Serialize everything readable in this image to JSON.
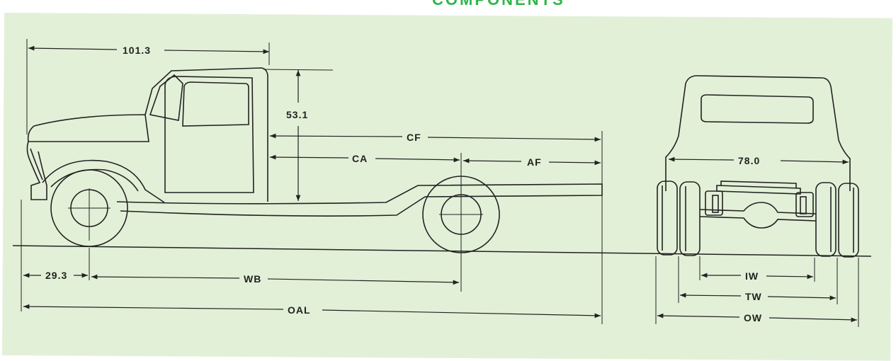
{
  "header": {
    "title": "COMPONENTS"
  },
  "dimensions": {
    "cab_length": "101.3",
    "cab_height": "53.1",
    "cf": "CF",
    "ca": "CA",
    "af": "AF",
    "front_overhang": "29.3",
    "wb": "WB",
    "oal": "OAL",
    "rear_width": "78.0",
    "iw": "IW",
    "tw": "TW",
    "ow": "OW"
  },
  "colors": {
    "title": "#2fb54a",
    "panel": "#e3f0d8",
    "ink": "#222222"
  }
}
